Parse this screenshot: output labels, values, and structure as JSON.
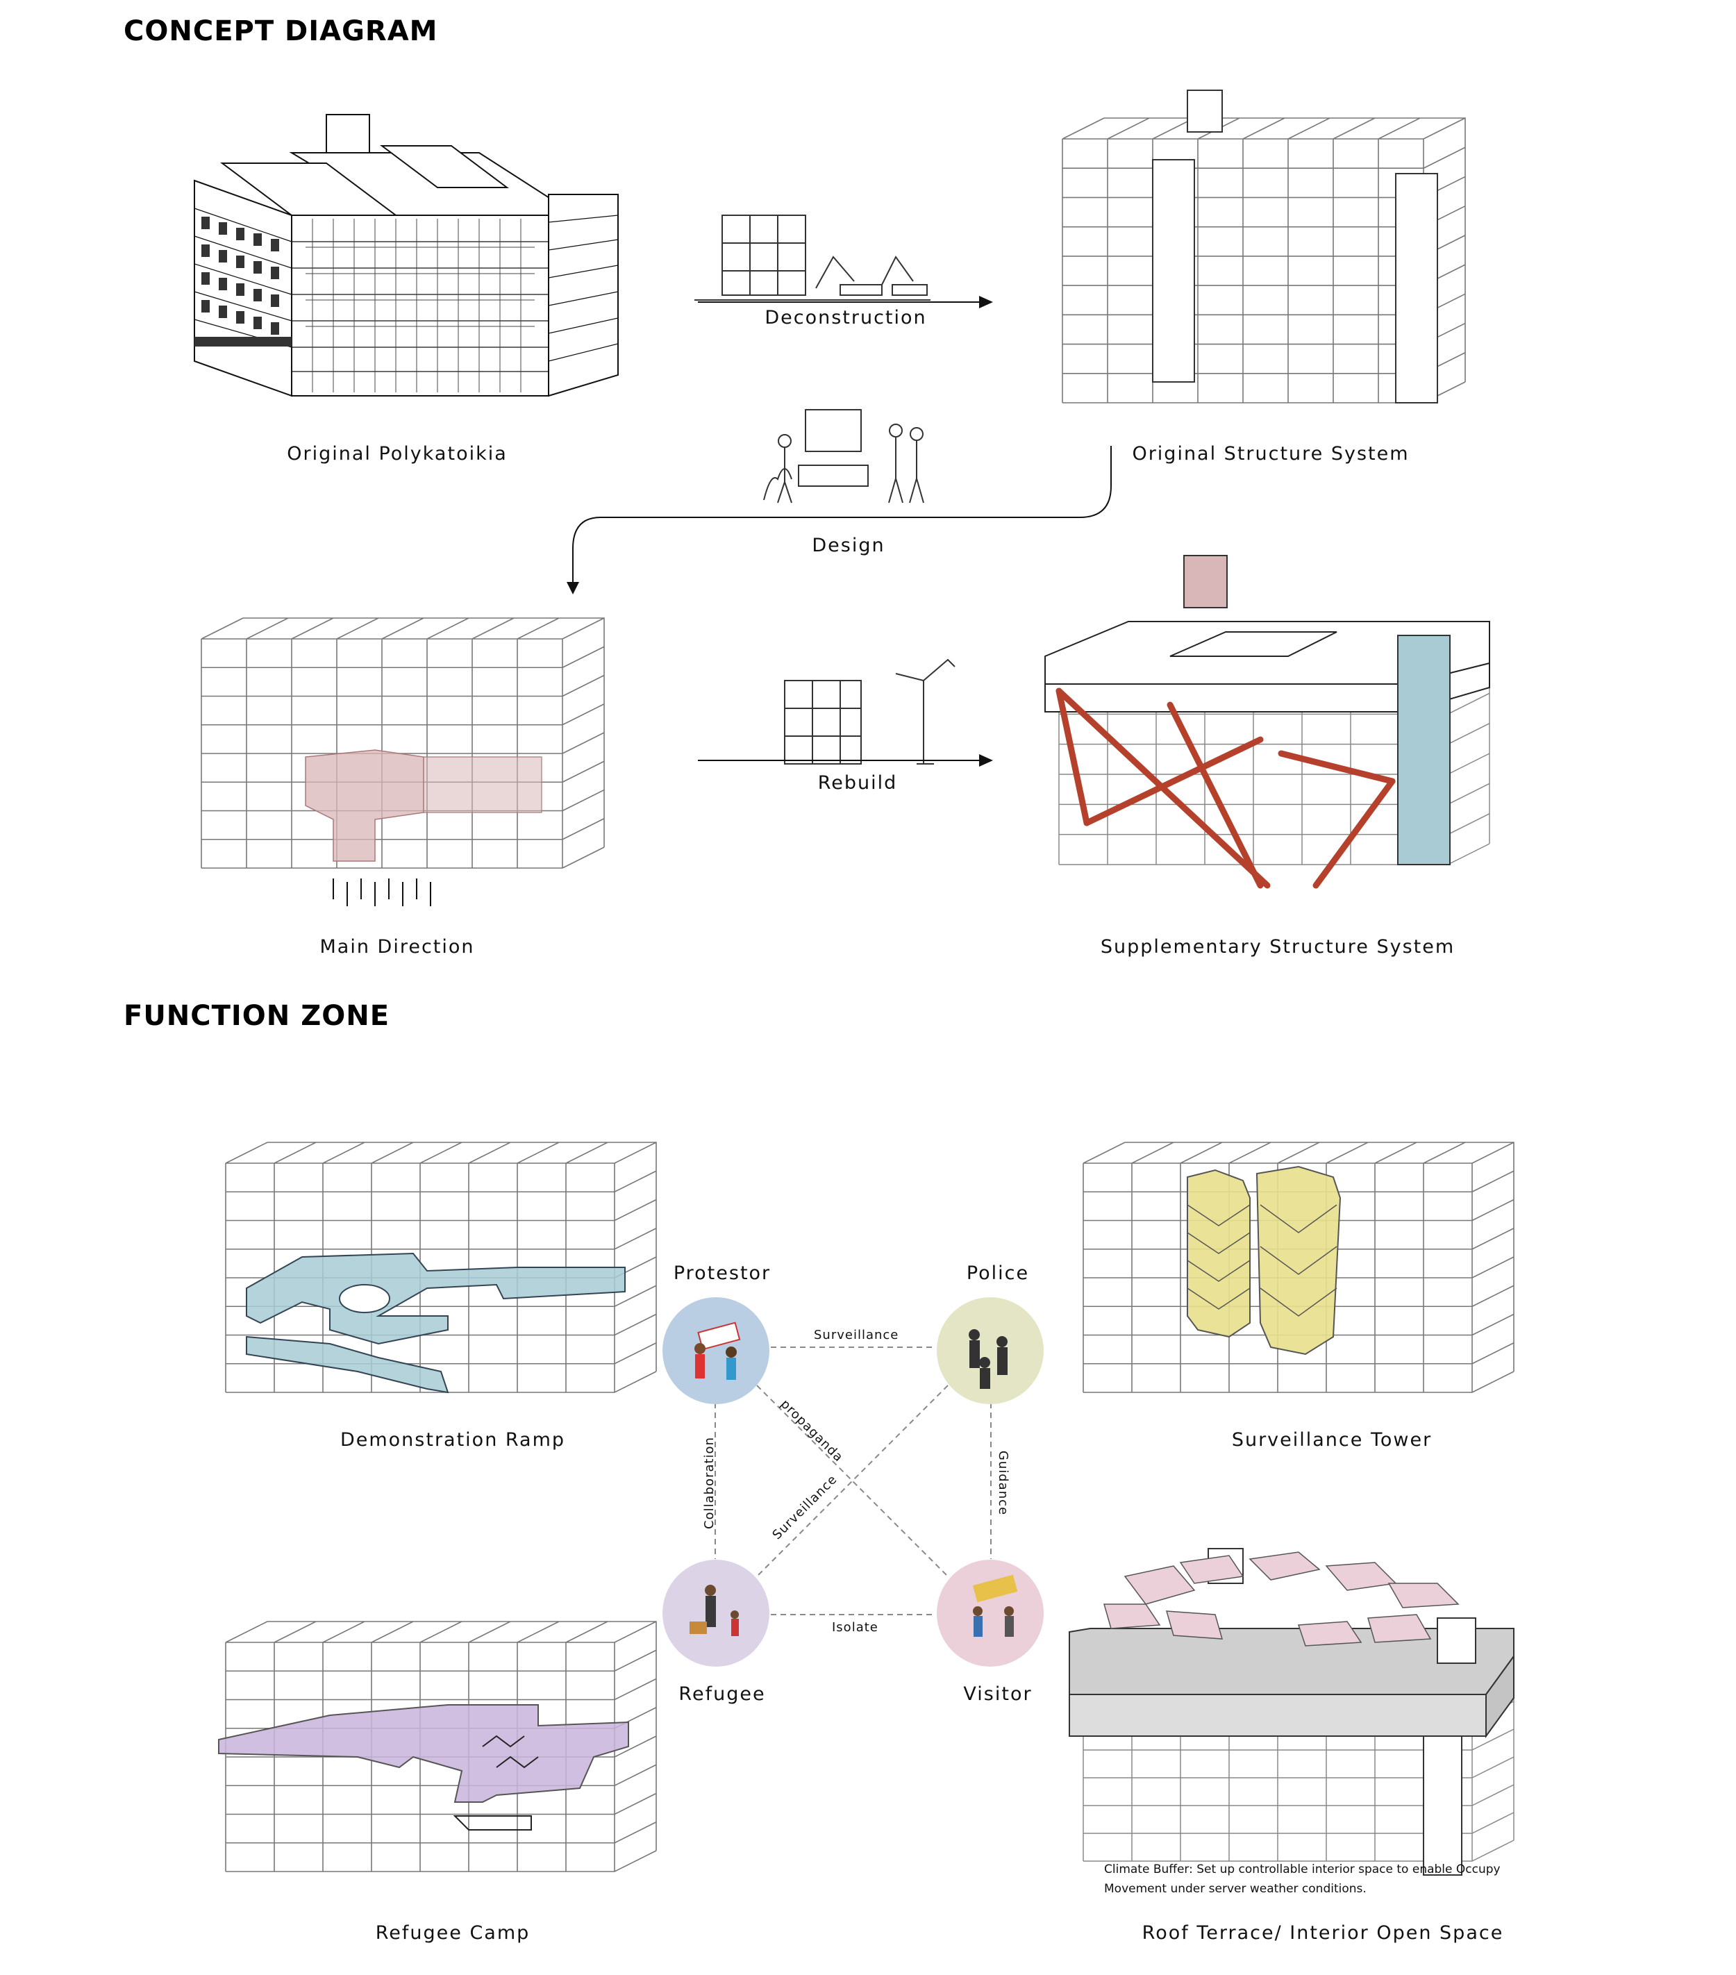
{
  "sections": {
    "concept_title": "CONCEPT DIAGRAM",
    "function_title": "FUNCTION ZONE"
  },
  "concept": {
    "original_building": "Original Polykatoikia",
    "original_structure": "Original Structure System",
    "main_direction": "Main Direction",
    "supplementary_structure": "Supplementary Structure System",
    "step_deconstruction": "Deconstruction",
    "step_design": "Design",
    "step_rebuild": "Rebuild"
  },
  "function": {
    "demonstration_ramp": "Demonstration Ramp",
    "surveillance_tower": "Surveillance Tower",
    "refugee_camp": "Refugee Camp",
    "roof_terrace": "Roof Terrace/ Interior Open Space",
    "climate_note": "Climate Buffer: Set up controllable interior space to enable Occupy Movement under server weather conditions."
  },
  "actors": {
    "protestor": {
      "label": "Protestor",
      "color": "#b9cde3"
    },
    "police": {
      "label": "Police",
      "color": "#e3e5c4"
    },
    "refugee": {
      "label": "Refugee",
      "color": "#dcd3e7"
    },
    "visitor": {
      "label": "Visitor",
      "color": "#ecd0d9"
    }
  },
  "relations": {
    "protestor_police": "Surveillance",
    "refugee_visitor": "Isolate",
    "protestor_refugee": "Collaboration",
    "police_visitor": "Guidance",
    "protestor_visitor": "propaganda",
    "police_refugee": "Surveillance"
  },
  "colors": {
    "pink_zone": "#d9b6b8",
    "blue_zone": "#a8cbd4",
    "purple_zone": "#c9b4dc",
    "yellow_zone": "#e8e08c",
    "red_brace": "#b5412c",
    "grey_slab": "#cfcfcf"
  }
}
